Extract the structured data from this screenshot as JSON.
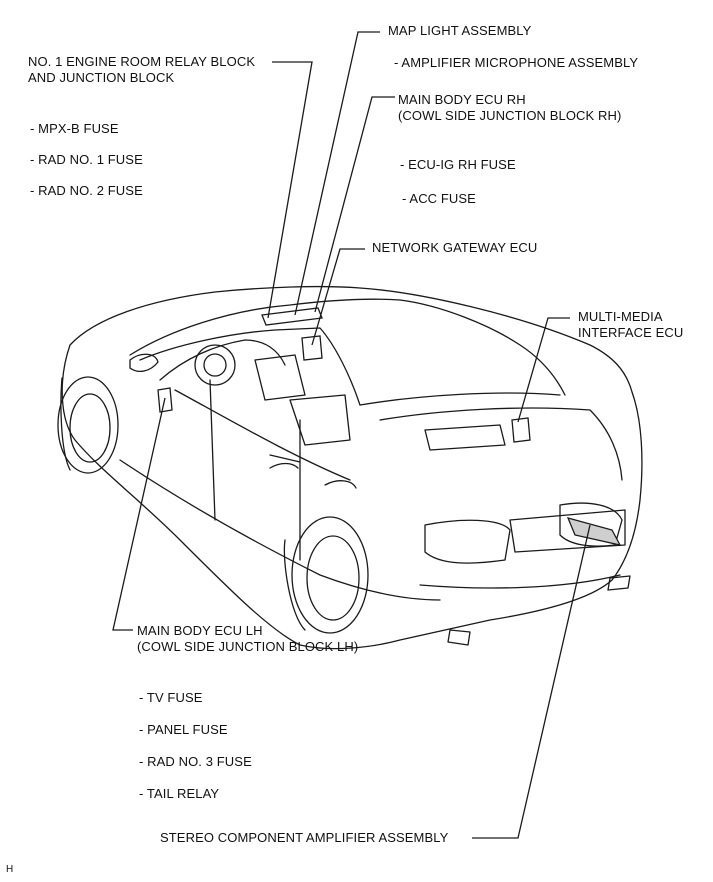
{
  "labels": {
    "map_light": "MAP LIGHT ASSEMBLY",
    "amp_mic": "- AMPLIFIER MICROPHONE ASSEMBLY",
    "engine_room_1": "NO. 1 ENGINE ROOM RELAY BLOCK",
    "engine_room_2": "AND JUNCTION BLOCK",
    "mpx_b": "- MPX-B FUSE",
    "rad1": "- RAD NO. 1 FUSE",
    "rad2": "- RAD NO. 2 FUSE",
    "main_rh_1": "MAIN BODY ECU RH",
    "main_rh_2": "(COWL SIDE JUNCTION BLOCK RH)",
    "ecu_ig_rh": "- ECU-IG RH FUSE",
    "acc": "- ACC FUSE",
    "gateway": "NETWORK GATEWAY ECU",
    "mm_1": "MULTI-MEDIA",
    "mm_2": "INTERFACE ECU",
    "main_lh_1": "MAIN BODY ECU LH",
    "main_lh_2": "(COWL SIDE JUNCTION BLOCK LH)",
    "tv": "- TV FUSE",
    "panel": "- PANEL FUSE",
    "rad3": "- RAD NO. 3 FUSE",
    "tail": "- TAIL RELAY",
    "stereo": "STEREO COMPONENT AMPLIFIER ASSEMBLY",
    "corner": "H"
  }
}
